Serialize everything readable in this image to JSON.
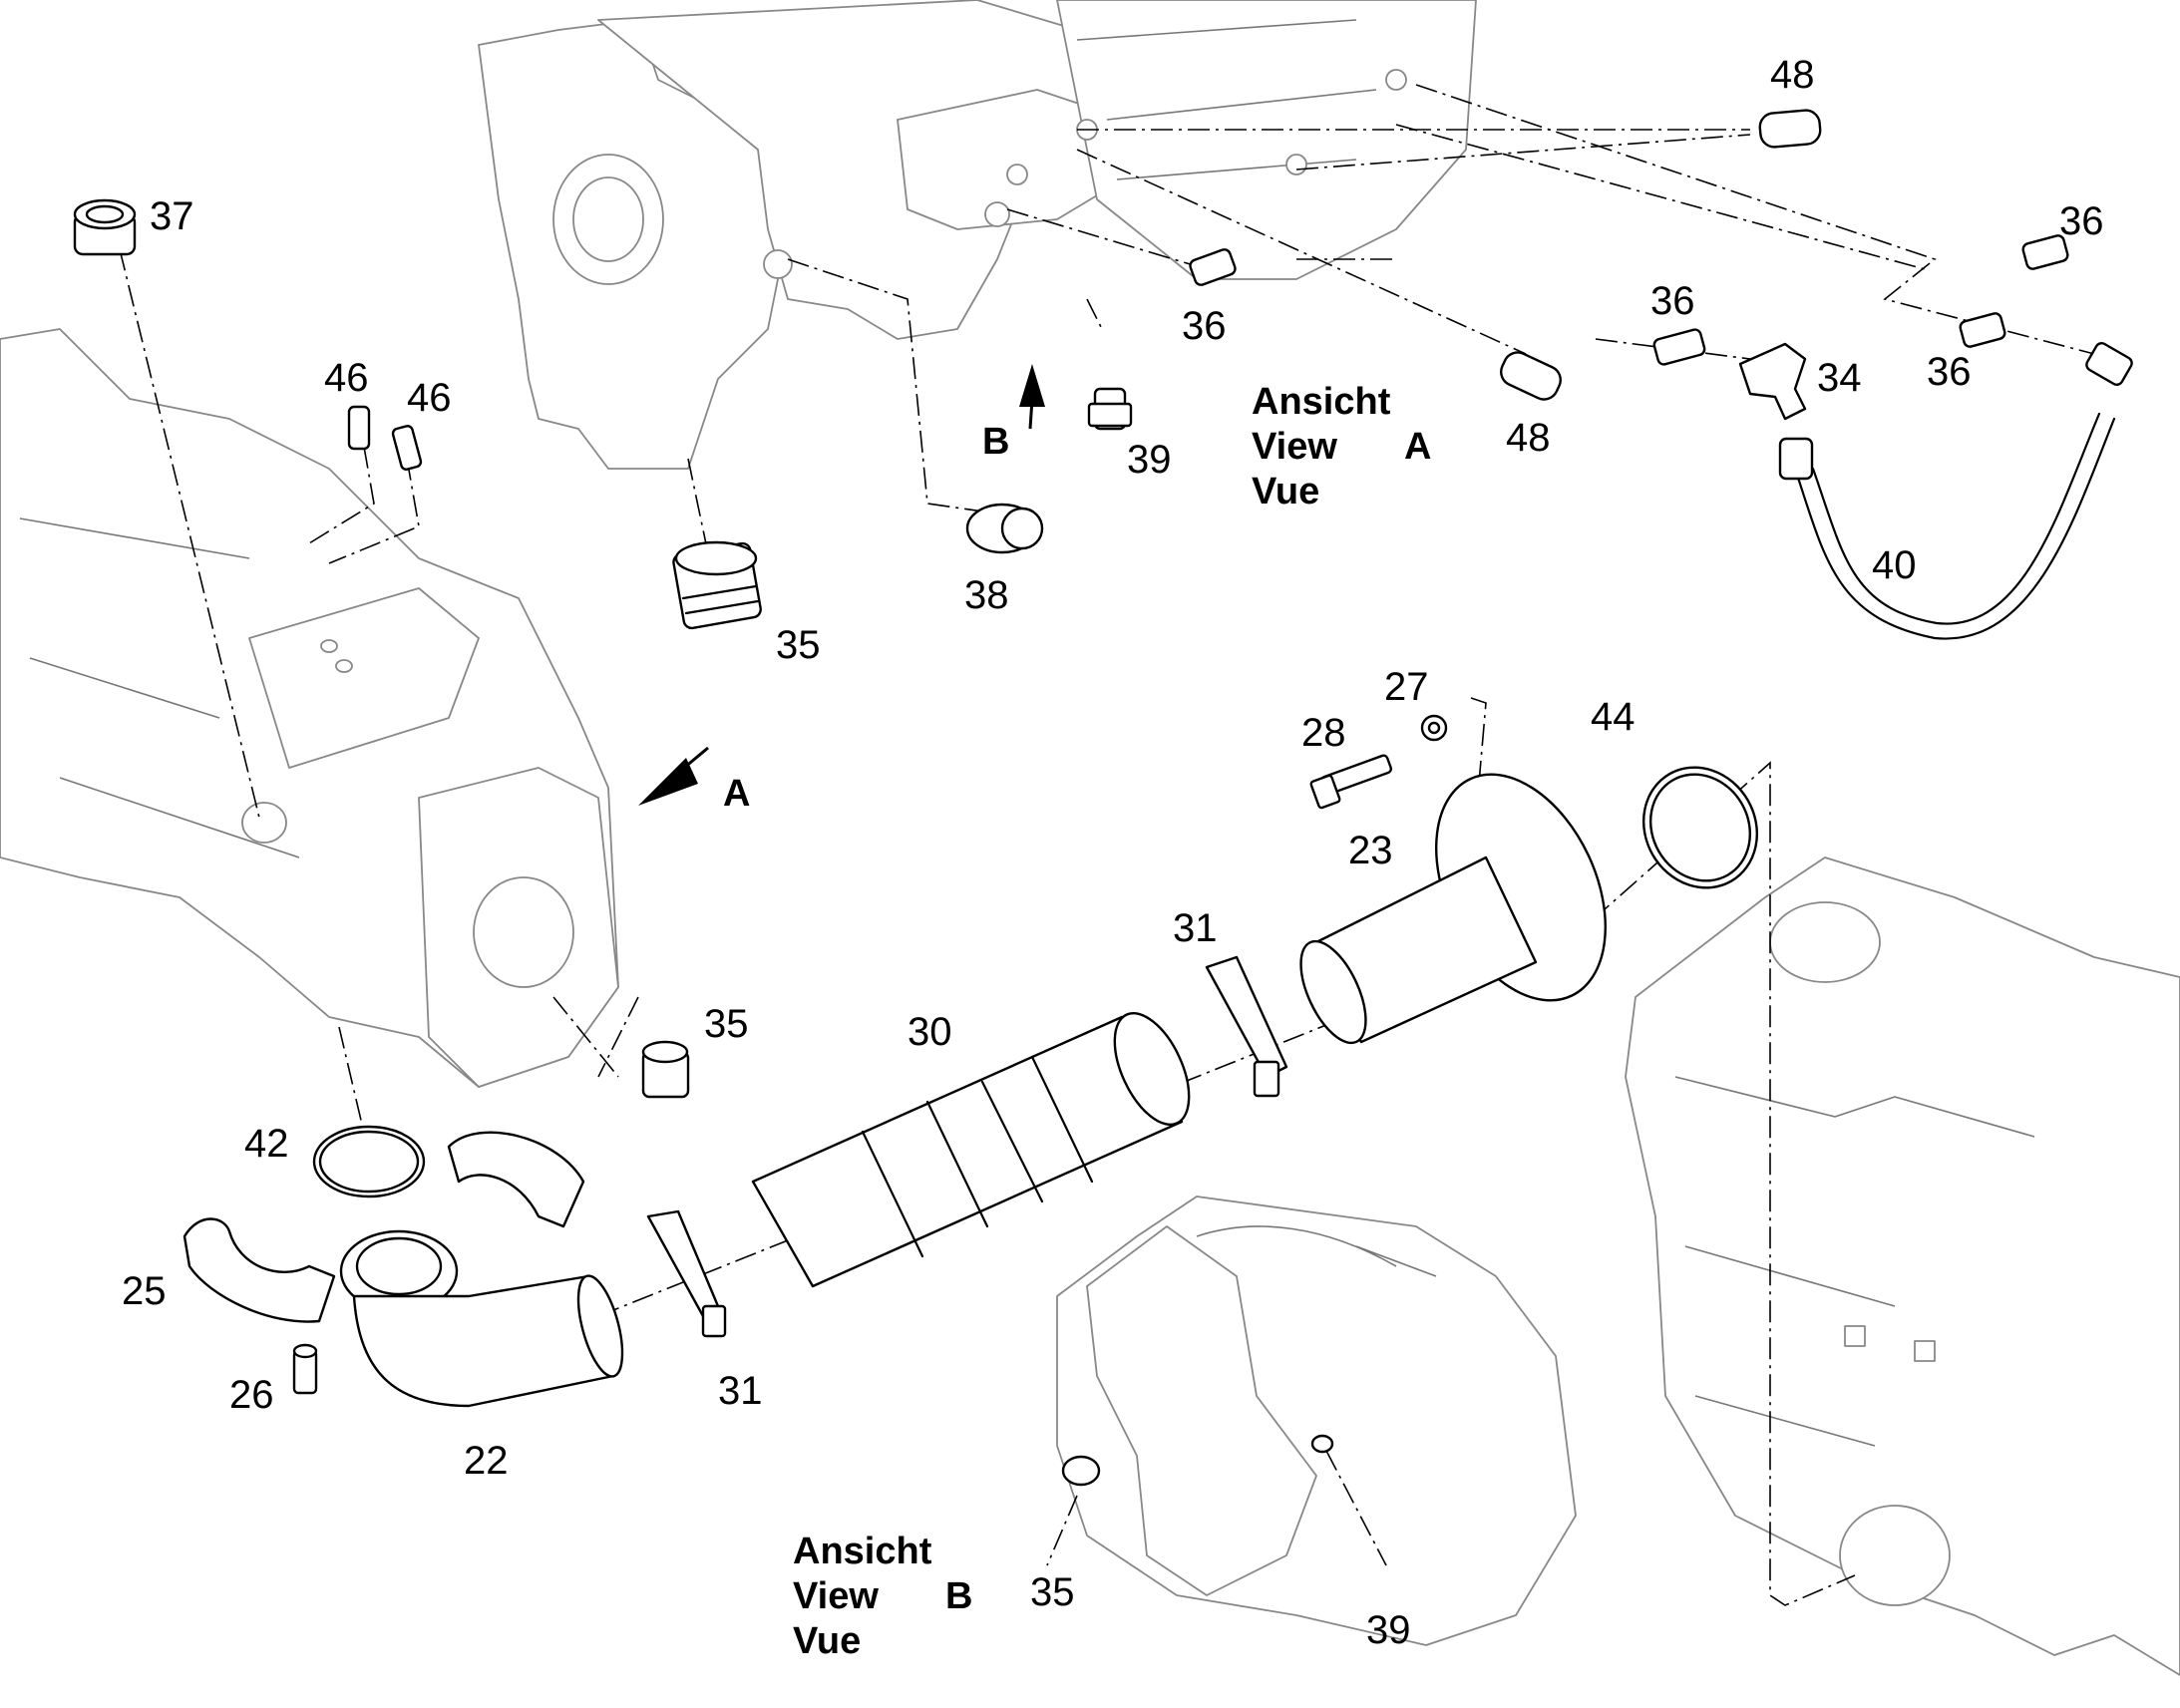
{
  "callouts": [
    {
      "id": "c48a",
      "text": "48"
    },
    {
      "id": "c37",
      "text": "37"
    },
    {
      "id": "c36a",
      "text": "36"
    },
    {
      "id": "c36b",
      "text": "36"
    },
    {
      "id": "c36c",
      "text": "36"
    },
    {
      "id": "c36d",
      "text": "36"
    },
    {
      "id": "c46a",
      "text": "46"
    },
    {
      "id": "c46b",
      "text": "46"
    },
    {
      "id": "c34",
      "text": "34"
    },
    {
      "id": "c39a",
      "text": "39"
    },
    {
      "id": "c48b",
      "text": "48"
    },
    {
      "id": "c38",
      "text": "38"
    },
    {
      "id": "c40",
      "text": "40"
    },
    {
      "id": "c35a",
      "text": "35"
    },
    {
      "id": "c27",
      "text": "27"
    },
    {
      "id": "c28",
      "text": "28"
    },
    {
      "id": "c44",
      "text": "44"
    },
    {
      "id": "c23",
      "text": "23"
    },
    {
      "id": "c31a",
      "text": "31"
    },
    {
      "id": "c35b",
      "text": "35"
    },
    {
      "id": "c30",
      "text": "30"
    },
    {
      "id": "c42",
      "text": "42"
    },
    {
      "id": "c25",
      "text": "25"
    },
    {
      "id": "c26",
      "text": "26"
    },
    {
      "id": "c31b",
      "text": "31"
    },
    {
      "id": "c22",
      "text": "22"
    },
    {
      "id": "c35c",
      "text": "35"
    },
    {
      "id": "c39b",
      "text": "39"
    }
  ],
  "arrows": {
    "a": "A",
    "b": "B"
  },
  "view_a": {
    "line1": "Ansicht",
    "line2": "View",
    "line3": "Vue",
    "letter": "A"
  },
  "view_b": {
    "line1": "Ansicht",
    "line2": "View",
    "line3": "Vue",
    "letter": "B"
  }
}
